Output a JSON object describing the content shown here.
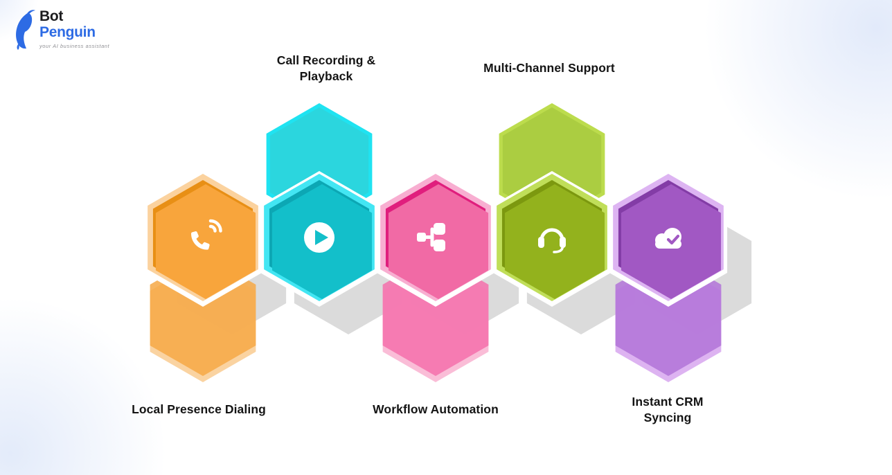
{
  "logo": {
    "bot": "Bot",
    "penguin": "Penguin",
    "tagline": "your AI business assistant",
    "brand_blue": "#2d6be4",
    "dark": "#1c1c1e"
  },
  "background_tint": "#e3ebfa",
  "shadow_color": "#dbdbdb",
  "features": [
    {
      "label": "Local Presence Dialing",
      "icon": "phone-volume-icon",
      "secondary": "below",
      "label_position": "bottom",
      "colors": {
        "border": "rgba(247,166,62,0.5)",
        "fill": "#F8A53C",
        "bevel": "#E88F15",
        "secondary_fill": "#F6A845",
        "secondary_edge": "#F9CE97"
      }
    },
    {
      "label": "Call Recording & Playback",
      "icon": "play-icon",
      "secondary": "above",
      "label_position": "top",
      "colors": {
        "border": "rgba(26,224,240,0.82)",
        "fill": "#13BFCA",
        "bevel": "#0CA7B4",
        "secondary_fill": "#2BD6DE",
        "secondary_edge": "#1FE3F1"
      }
    },
    {
      "label": "Workflow Automation",
      "icon": "workflow-icon",
      "secondary": "below",
      "label_position": "bottom",
      "colors": {
        "border": "rgba(244,120,178,0.6)",
        "fill": "#F16AA5",
        "bevel": "#E01E7D",
        "secondary_fill": "#F470AC",
        "secondary_edge": "#F9B6D3"
      }
    },
    {
      "label": "Multi-Channel Support",
      "icon": "headset-icon",
      "secondary": "above",
      "label_position": "top",
      "colors": {
        "border": "rgba(181,216,60,0.85)",
        "fill": "#93B21D",
        "bevel": "#7C980F",
        "secondary_fill": "#ABCD41",
        "secondary_edge": "#BCDC4D"
      }
    },
    {
      "label": "Instant CRM Syncing",
      "icon": "cloud-check-icon",
      "secondary": "below",
      "label_position": "bottom",
      "colors": {
        "border": "rgba(199,130,233,0.6)",
        "fill": "#A158C3",
        "bevel": "#833CA6",
        "secondary_fill": "#B173D8",
        "secondary_edge": "#D9ABF0"
      }
    }
  ]
}
